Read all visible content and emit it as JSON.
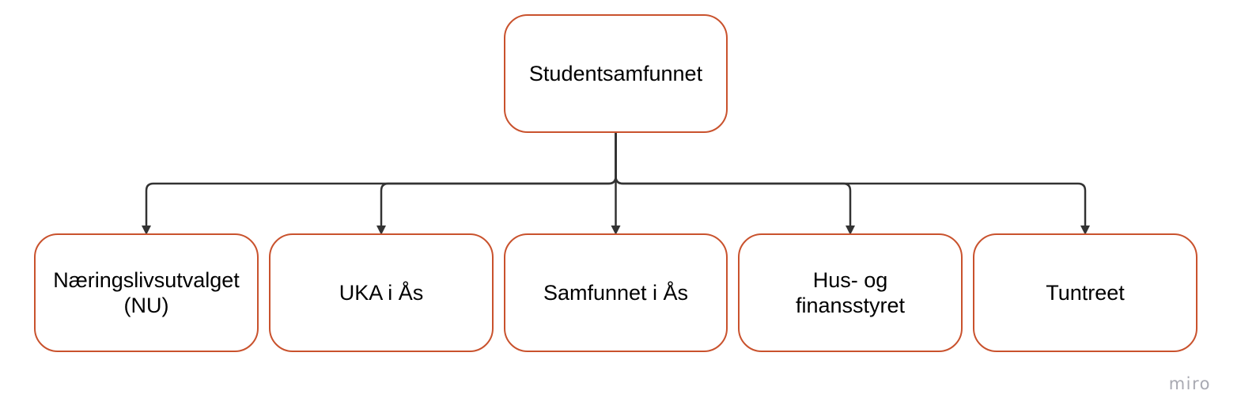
{
  "diagram": {
    "root": {
      "id": "studentsamfunnet",
      "label": "Studentsamfunnet"
    },
    "children": [
      {
        "id": "naeringslivsutvalget",
        "label": "Næringslivsutvalget\n(NU)"
      },
      {
        "id": "uka-i-as",
        "label": "UKA i Ås"
      },
      {
        "id": "samfunnet-i-as",
        "label": "Samfunnet i Ås"
      },
      {
        "id": "hus-og-finansstyret",
        "label": "Hus- og\nfinansstyret"
      },
      {
        "id": "tuntreet",
        "label": "Tuntreet"
      }
    ],
    "edges": [
      {
        "from": "studentsamfunnet",
        "to": "naeringslivsutvalget"
      },
      {
        "from": "studentsamfunnet",
        "to": "uka-i-as"
      },
      {
        "from": "studentsamfunnet",
        "to": "samfunnet-i-as"
      },
      {
        "from": "studentsamfunnet",
        "to": "hus-og-finansstyret"
      },
      {
        "from": "studentsamfunnet",
        "to": "tuntreet"
      }
    ],
    "node_border_color": "#c9522d",
    "edge_color": "#333333"
  },
  "watermark": "miro"
}
